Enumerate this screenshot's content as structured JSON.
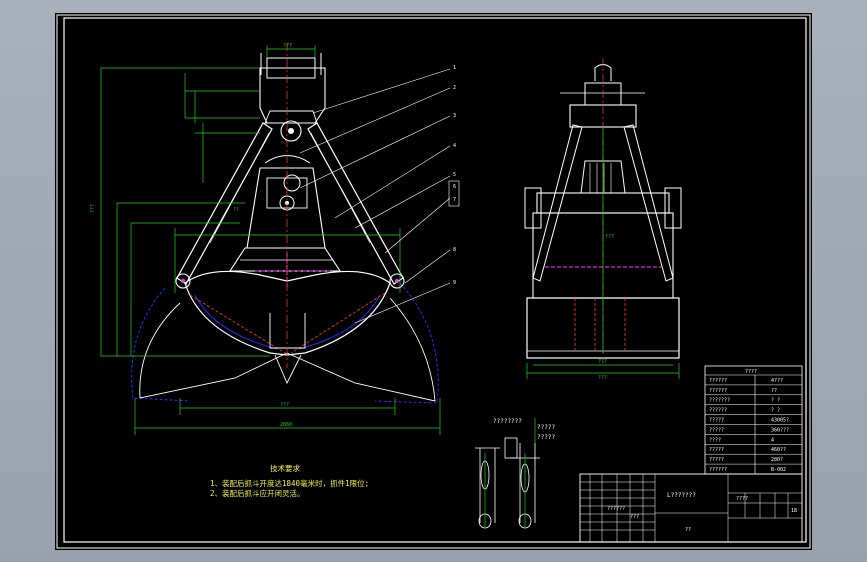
{
  "colors": {
    "background": "#000000",
    "frame": "#ffffff",
    "outline": "#ffffff",
    "dimension": "#1fd11f",
    "centerline": "#ff3b3b",
    "hidden": "#2a2aff",
    "magenta": "#ff3aff",
    "leader": "#ffffff",
    "note": "#f2f23c",
    "cyan": "#00ffff"
  },
  "technical_requirements": {
    "title": "技术要求",
    "line1": "1、装配后抓斗开度达1840毫米时，抓件1限位;",
    "line2": "2、装配后抓斗应开闭灵活。"
  },
  "balloons": [
    "1",
    "2",
    "3",
    "4",
    "5",
    "6",
    "7",
    "8",
    "9"
  ],
  "dimensions": {
    "top_width": "???",
    "total_width": "2660",
    "open_width": "???",
    "height_left": "???",
    "side_width": "???",
    "side_height": "???",
    "side_bottom": "???",
    "dim_small": "??"
  },
  "schematic_labels": {
    "l1": "????????",
    "l2": "?????",
    "l3": "?????"
  },
  "spec_table": {
    "title": "????",
    "rows": [
      {
        "label": "??????",
        "value": "4???"
      },
      {
        "label": "??????",
        "value": "??"
      },
      {
        "label": "???????",
        "value": "? ?"
      },
      {
        "label": "??????",
        "value": "? ?"
      },
      {
        "label": "?????",
        "value": "43005?"
      },
      {
        "label": "?????",
        "value": "360???"
      },
      {
        "label": "????",
        "value": "4"
      },
      {
        "label": "?????",
        "value": "460??"
      },
      {
        "label": "?????",
        "value": "280?"
      },
      {
        "label": "??????",
        "value": "B-002"
      }
    ]
  },
  "title_block": {
    "drawing_name": "L???????",
    "code": "??",
    "scale": "????",
    "sheet": "18",
    "small_cells": [
      "??????",
      "???"
    ]
  }
}
